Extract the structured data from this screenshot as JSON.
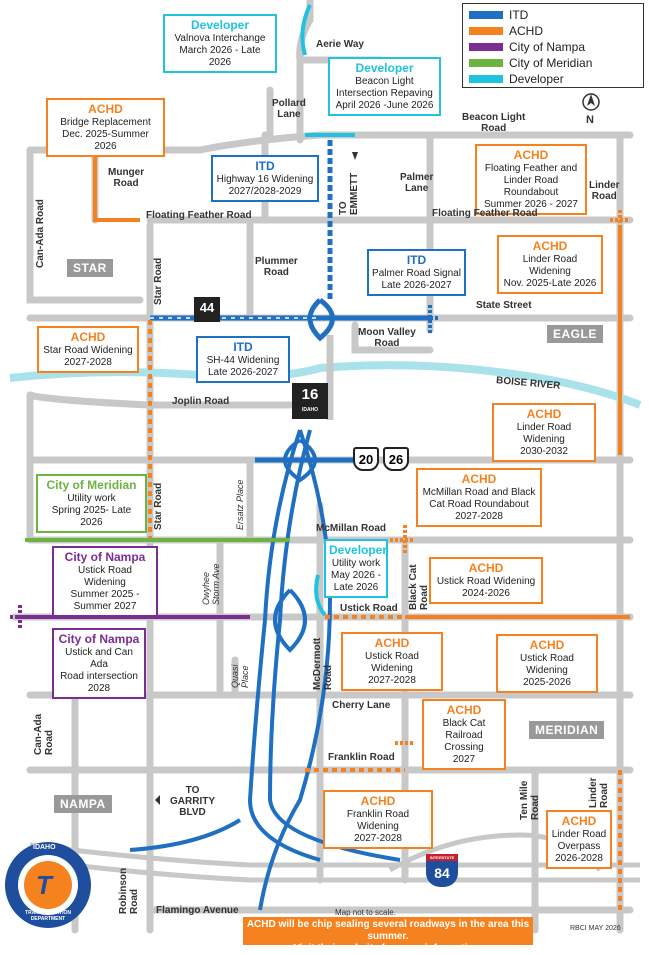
{
  "legend": [
    {
      "label": "ITD",
      "color": "#1f6fc2"
    },
    {
      "label": "ACHD",
      "color": "#f5821f"
    },
    {
      "label": "City of Nampa",
      "color": "#7b2d91"
    },
    {
      "label": "City of Meridian",
      "color": "#6cb33f"
    },
    {
      "label": "Developer",
      "color": "#1fc3e0"
    }
  ],
  "north_label": "N",
  "projects": {
    "valnova": {
      "agency": "Developer",
      "desc": "Valnova Interchange\nMarch 2026 - Late 2026"
    },
    "bridge": {
      "agency": "ACHD",
      "desc": "Bridge Replacement\nDec. 2025-Summer 2026"
    },
    "beacon": {
      "agency": "Developer",
      "desc": "Beacon Light\nIntersection Repaving\nApril 2026 -June 2026"
    },
    "hwy16": {
      "agency": "ITD",
      "desc": "Highway 16 Widening\n2027/2028-2029"
    },
    "floating": {
      "agency": "ACHD",
      "desc": "Floating Feather and\nLinder Road\nRoundabout\nSummer 2026 - 2027"
    },
    "palmer": {
      "agency": "ITD",
      "desc": "Palmer Road Signal\nLate 2026-2027"
    },
    "linder": {
      "agency": "ACHD",
      "desc": "Linder Road Widening\nNov. 2025-Late 2026"
    },
    "star": {
      "agency": "ACHD",
      "desc": "Star Road Widening\n2027-2028"
    },
    "sh44": {
      "agency": "ITD",
      "desc": "SH-44 Widening\nLate 2026-2027"
    },
    "linder2030": {
      "agency": "ACHD",
      "desc": "Linder Road Widening\n2030-2032"
    },
    "meridianutil": {
      "agency": "City of Meridian",
      "desc": "Utility work\nSpring 2025- Late 2026"
    },
    "mcmillan": {
      "agency": "ACHD",
      "desc": "McMillan Road and Black\nCat Road Roundabout\n2027-2028"
    },
    "nampaustick": {
      "agency": "City of Nampa",
      "desc": "Ustick Road Widening\nSummer 2025 -\nSummer 2027"
    },
    "devutil": {
      "agency": "Developer",
      "desc": "Utility work\nMay 2026 -\nLate 2026"
    },
    "ustick2024": {
      "agency": "ACHD",
      "desc": "Ustick Road Widening\n2024-2026"
    },
    "nampacanada": {
      "agency": "City of Nampa",
      "desc": "Ustick and Can Ada\nRoad intersection\n2028"
    },
    "ustick2027": {
      "agency": "ACHD",
      "desc": "Ustick Road Widening\n2027-2028"
    },
    "ustick2025": {
      "agency": "ACHD",
      "desc": "Ustick Road Widening\n2025-2026"
    },
    "blackcat": {
      "agency": "ACHD",
      "desc": "Black Cat Railroad\nCrossing\n2027"
    },
    "franklin": {
      "agency": "ACHD",
      "desc": "Franklin Road Widening\n2027-2028"
    },
    "linderoverpass": {
      "agency": "ACHD",
      "desc": "Linder Road\nOverpass\n2026-2028"
    }
  },
  "roads": {
    "aerie": "Aerie Way",
    "beacon": "Beacon Light\nRoad",
    "pollard": "Pollard\nLane",
    "munger": "Munger\nRoad",
    "floating1": "Floating Feather Road",
    "floating2": "Floating Feather Road",
    "palmer": "Palmer\nLane",
    "linder_n": "Linder\nRoad",
    "canada_n": "Can-Ada Road",
    "star_rd": "Star Road",
    "plummer": "Plummer\nRoad",
    "state": "State Street",
    "moonvalley": "Moon Valley\nRoad",
    "joplin": "Joplin Road",
    "boise": "BOISE RIVER",
    "star_rd2": "Star Road",
    "ersatz": "Ersatz Place",
    "mcmillan": "McMillan Road",
    "owyhee": "Owyhee\nStorm Ave",
    "blackcat": "Black Cat\nRoad",
    "ustick": "Ustick Road",
    "mcdermott": "McDermott\nRoad",
    "quasi": "Quasi\nPlace",
    "cherry": "Cherry Lane",
    "canada_s": "Can-Ada\nRoad",
    "franklin": "Franklin Road",
    "tenmile": "Ten Mile\nRoad",
    "linder_s": "Linder\nRoad",
    "robinson": "Robinson\nRoad",
    "flamingo": "Flamingo Avenue",
    "to_emmett": "TO\nEMMETT",
    "to_garrity": "TO\nGARRITY\nBLVD"
  },
  "cities": {
    "star": "STAR",
    "eagle": "EAGLE",
    "meridian": "MERIDIAN",
    "nampa": "NAMPA"
  },
  "shields": {
    "sh44": "44",
    "sh16": "16",
    "us20": "20",
    "us26": "26",
    "i84": "84",
    "i84_top": "INTERSTATE"
  },
  "shield_state": "IDAHO",
  "itd_logo": {
    "top": "IDAHO",
    "bottom": "TRANSPORTATION DEPARTMENT"
  },
  "note": "Map not to scale.",
  "footer": "ACHD will be chip sealing several roadways in the area this summer.\nVisit their website for more information.",
  "credit": "RBCI MAY 2026"
}
